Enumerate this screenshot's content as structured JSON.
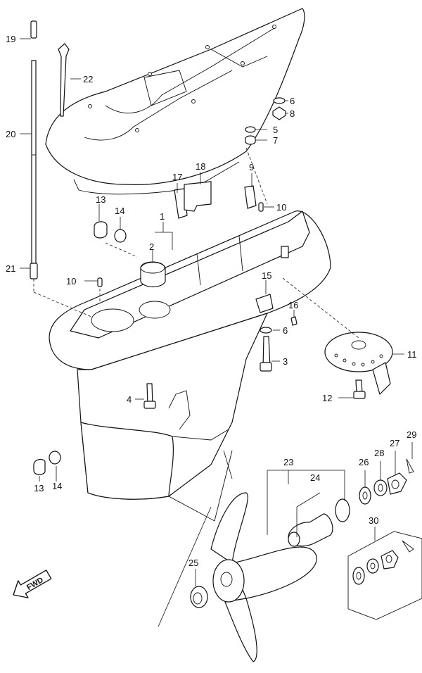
{
  "labels": {
    "p1": "1",
    "p2": "2",
    "p3": "3",
    "p4": "4",
    "p5": "5",
    "p6a": "6",
    "p6b": "6",
    "p7": "7",
    "p8": "8",
    "p9": "9",
    "p10a": "10",
    "p10b": "10",
    "p11": "11",
    "p12": "12",
    "p13a": "13",
    "p13b": "13",
    "p14a": "14",
    "p14b": "14",
    "p15": "15",
    "p16": "16",
    "p17": "17",
    "p18": "18",
    "p19": "19",
    "p20": "20",
    "p21": "21",
    "p22": "22",
    "p23": "23",
    "p24": "24",
    "p25": "25",
    "p26": "26",
    "p27": "27",
    "p28": "28",
    "p29": "29",
    "p30": "30"
  },
  "fwd_arrow": {
    "text": "FWD"
  }
}
